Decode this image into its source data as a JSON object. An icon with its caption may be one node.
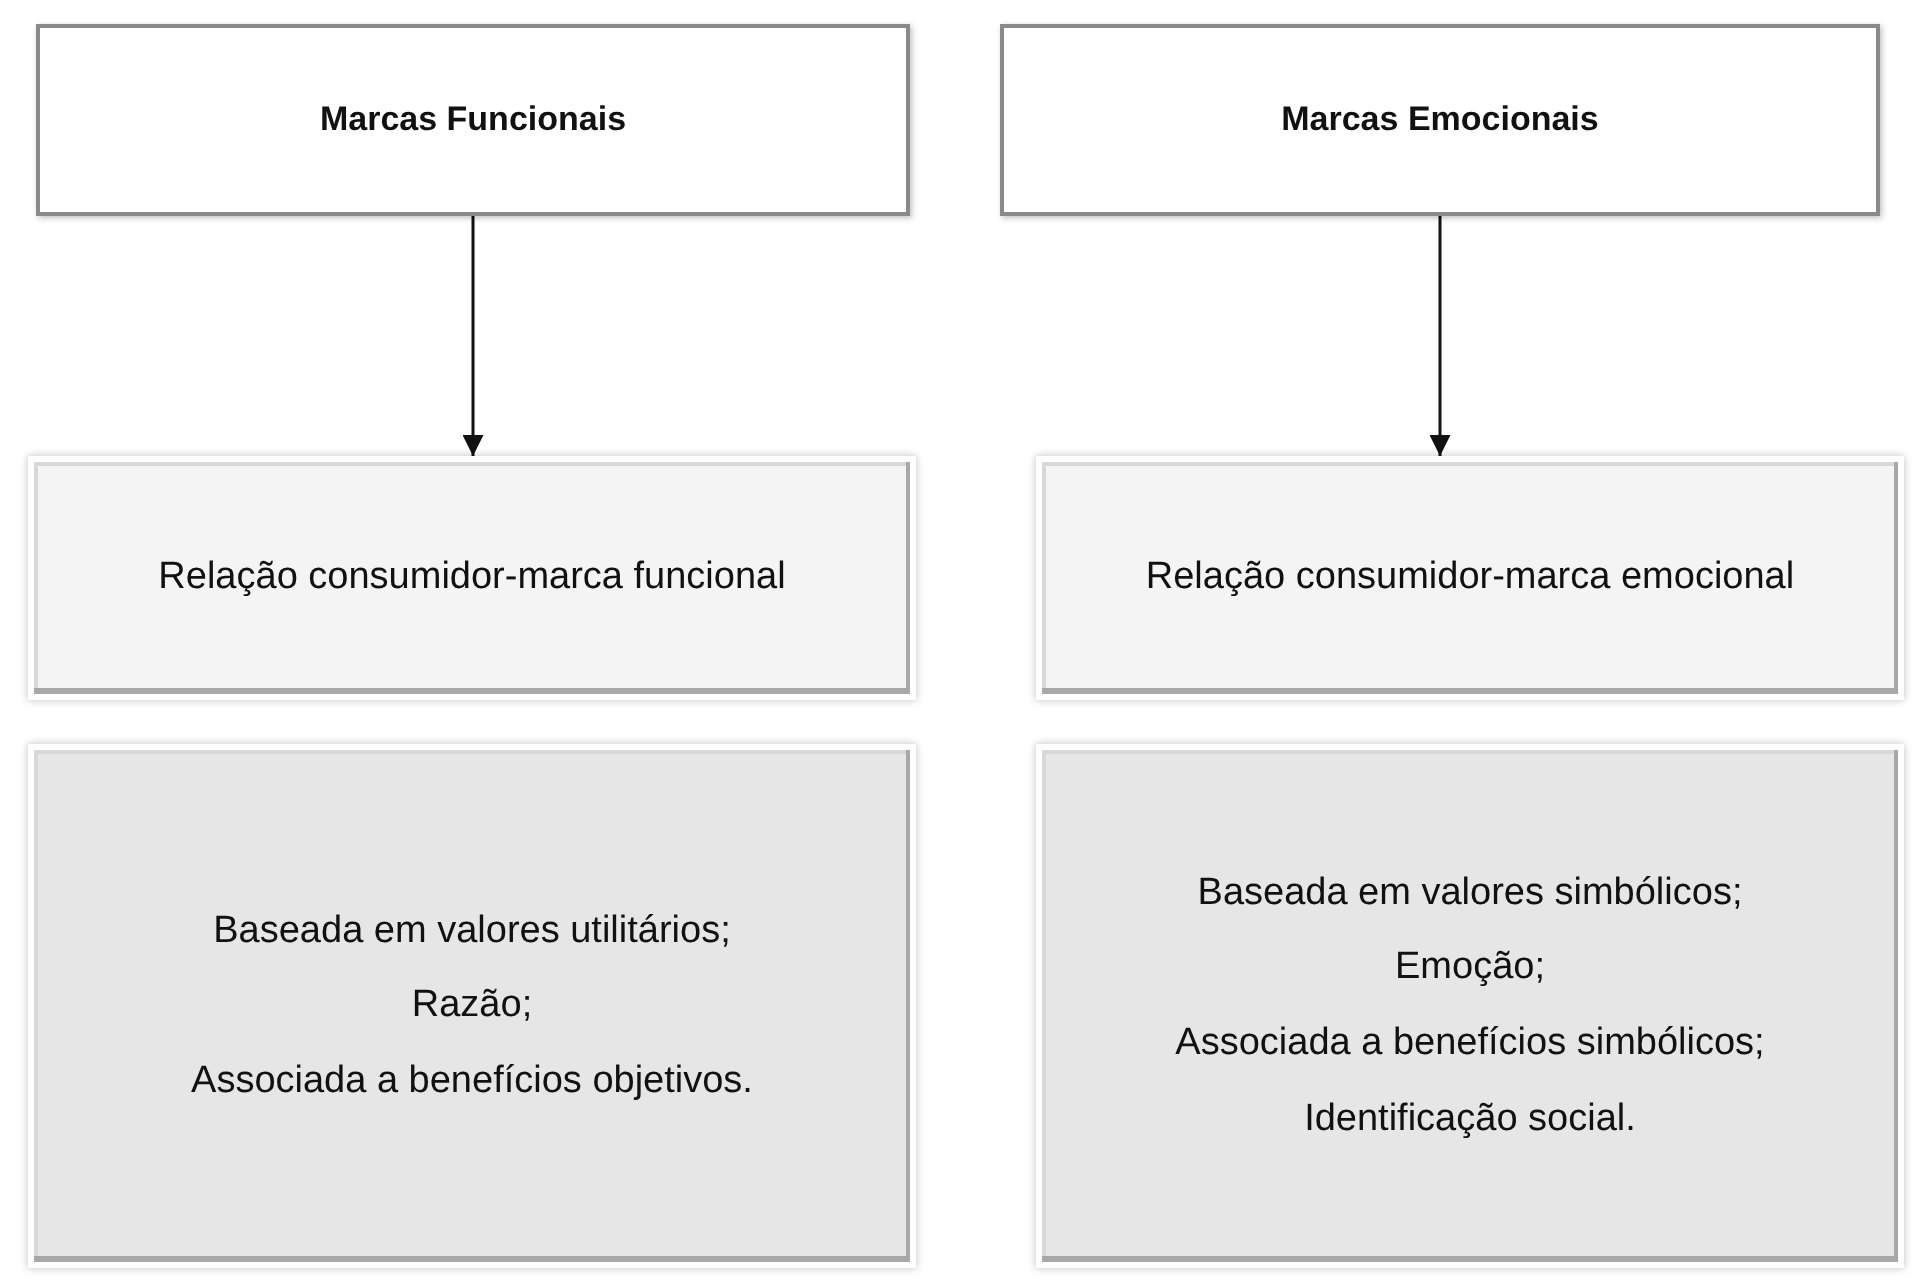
{
  "diagram": {
    "nodes": [
      {
        "text": [
          "Marcas Funcionais"
        ]
      },
      {
        "text": [
          "Marcas Emocionais"
        ]
      },
      {
        "text": [
          "Relação consumidor-marca funcional"
        ]
      },
      {
        "text": [
          "Relação consumidor-marca emocional"
        ]
      },
      {
        "text": [
          "Baseada em valores utilitários;",
          "Razão;",
          "Associada a benefícios objetivos."
        ]
      },
      {
        "text": [
          "Baseada em valores simbólicos;",
          "Emoção;",
          "Associada a benefícios simbólicos;",
          "Identificação social."
        ]
      }
    ],
    "edges": [
      {
        "from": 0,
        "to": 2,
        "arrow": "to"
      },
      {
        "from": 1,
        "to": 3,
        "arrow": "to"
      }
    ]
  }
}
